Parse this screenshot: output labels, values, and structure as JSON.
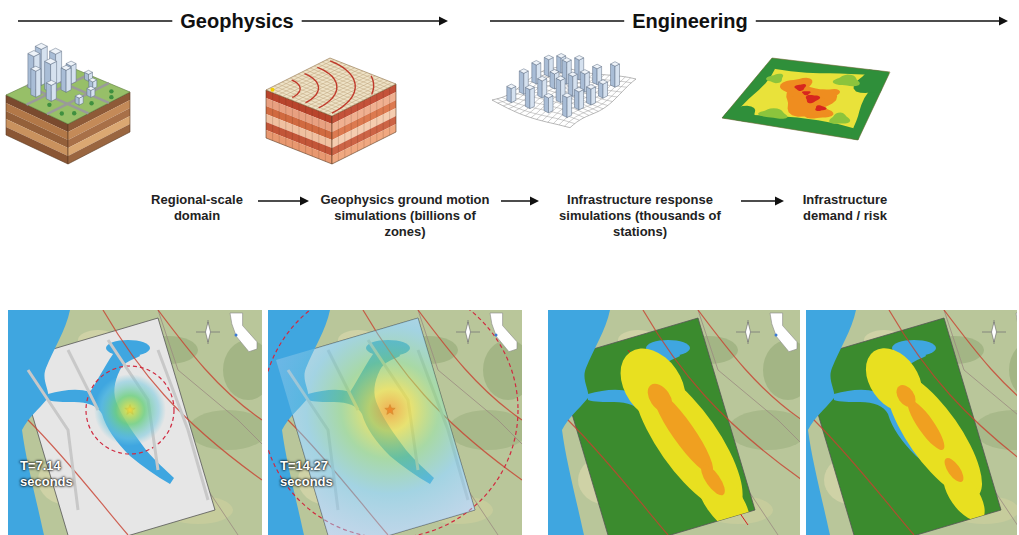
{
  "diagram": {
    "nodes": [
      {
        "text": [
          "Regional-scale domain"
        ]
      },
      {
        "text": [
          "Geophysics ground motion simulations (billions of zones)"
        ]
      },
      {
        "text": [
          "Infrastructure response simulations (thousands of stations)"
        ]
      },
      {
        "text": [
          "Infrastructure demand / risk"
        ]
      }
    ],
    "edges": [
      {
        "from": 0,
        "to": 1,
        "arrow": "to"
      },
      {
        "from": 1,
        "to": 2,
        "arrow": "to"
      },
      {
        "from": 2,
        "to": 3,
        "arrow": "to"
      }
    ],
    "labels": [
      "Geophysics",
      "Engineering",
      "T=7.14 seconds",
      "T=14.27 seconds"
    ]
  }
}
